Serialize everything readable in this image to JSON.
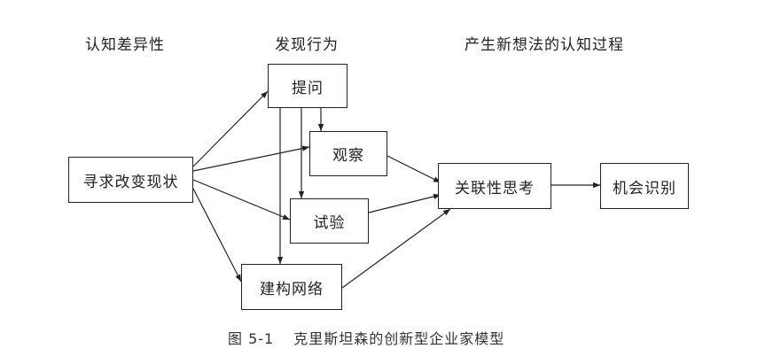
{
  "headers": {
    "col1": "认知差异性",
    "col2": "发现行为",
    "col3": "产生新想法的认知过程"
  },
  "nodes": {
    "seek_change": "寻求改变现状",
    "questioning": "提问",
    "observing": "观察",
    "experimenting": "试验",
    "networking": "建构网络",
    "associative_thinking": "关联性思考",
    "opportunity_recognition": "机会识别"
  },
  "caption": {
    "number": "图 5-1",
    "title": "克里斯坦森的创新型企业家模型"
  }
}
